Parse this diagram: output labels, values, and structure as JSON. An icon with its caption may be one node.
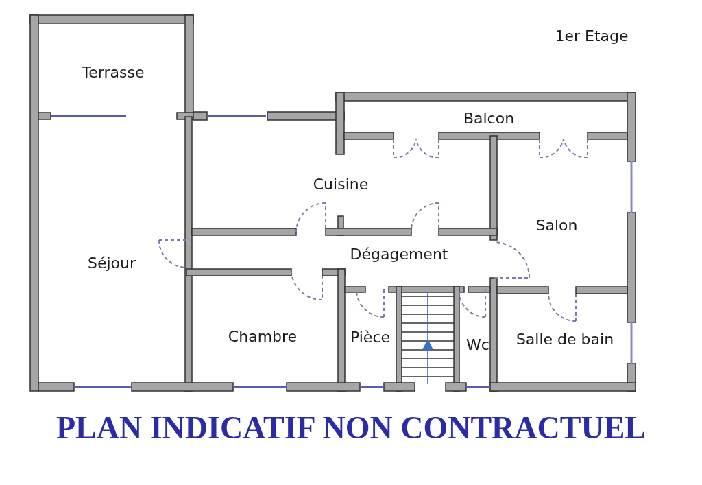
{
  "diagram": {
    "title": "1er Etage",
    "caption": "PLAN INDICATIF NON CONTRACTUEL",
    "labels": [
      "Terrasse",
      "Balcon",
      "Cuisine",
      "Salon",
      "Dégagement",
      "Séjour",
      "Chambre",
      "Pièce",
      "Wc",
      "Salle de bain"
    ]
  }
}
